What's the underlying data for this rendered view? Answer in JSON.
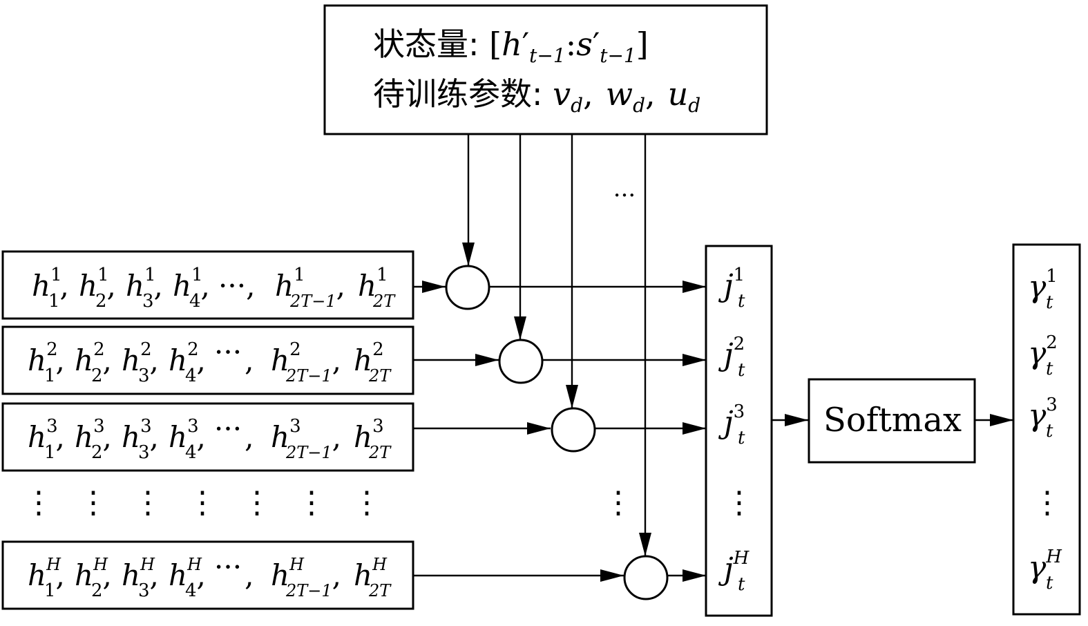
{
  "params_box": {
    "line1_prefix": "状态量: ",
    "line1_bracket_open": "[",
    "line1_h": "h",
    "line1_prime": "′",
    "line1_sub": "t−1",
    "line1_colon": ":",
    "line1_s": "s",
    "line1_bracket_close": "]",
    "line2_prefix": "待训练参数: ",
    "line2_v": "v",
    "line2_w": "w",
    "line2_u": "u",
    "line2_sub": "d",
    "line2_sep": ","
  },
  "rows": [
    {
      "sup": "1",
      "subs": [
        "1",
        "2",
        "3",
        "4",
        "2T−1",
        "2T"
      ]
    },
    {
      "sup": "2",
      "subs": [
        "1",
        "2",
        "3",
        "4",
        "2T−1",
        "2T"
      ]
    },
    {
      "sup": "3",
      "subs": [
        "1",
        "2",
        "3",
        "4",
        "2T−1",
        "2T"
      ]
    },
    {
      "sup": "H",
      "subs": [
        "1",
        "2",
        "3",
        "4",
        "2T−1",
        "2T"
      ]
    }
  ],
  "row_symbols": {
    "var": "h",
    "sep": ",",
    "ellipsis": "···"
  },
  "score_column": {
    "var": "j",
    "sub": "t",
    "sups": [
      "1",
      "2",
      "3",
      "H"
    ]
  },
  "output_column": {
    "var": "γ",
    "sub": "t",
    "sups": [
      "1",
      "2",
      "3",
      "H"
    ]
  },
  "softmax_label": "Softmax",
  "ellipsis_dots": "···",
  "vertical_dots": "⋮"
}
